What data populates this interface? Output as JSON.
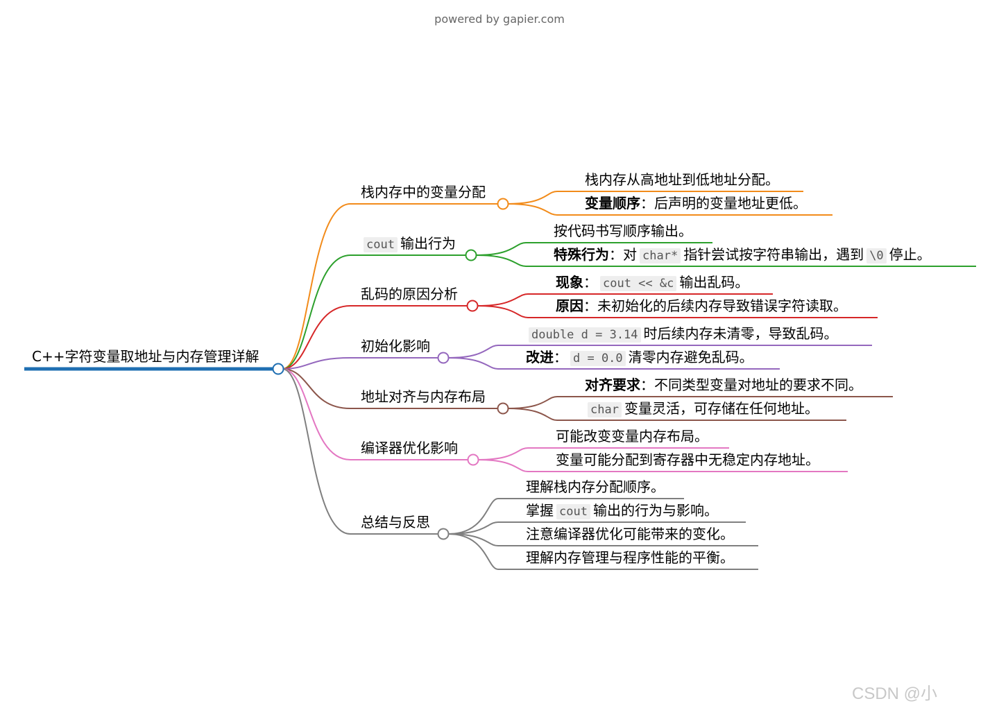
{
  "header": {
    "powered": "powered by gapier.com"
  },
  "watermark": "CSDN @小",
  "root": {
    "label": "C++字符变量取地址与内存管理详解",
    "color": "#1f6fb2"
  },
  "branches": [
    {
      "label": [
        {
          "t": "栈内存中的变量分配"
        }
      ],
      "color": "#f28b1a",
      "children": [
        [
          {
            "t": "栈内存从高地址到低地址分配。"
          }
        ],
        [
          {
            "t": "变量顺序",
            "b": true
          },
          {
            "t": "：后声明的变量地址更低。"
          }
        ]
      ]
    },
    {
      "label": [
        {
          "t": "cout",
          "c": true
        },
        {
          "t": "输出行为"
        }
      ],
      "color": "#2ca02c",
      "children": [
        [
          {
            "t": "按代码书写顺序输出。"
          }
        ],
        [
          {
            "t": "特殊行为",
            "b": true
          },
          {
            "t": "：对"
          },
          {
            "t": "char*",
            "c": true
          },
          {
            "t": "指针尝试按字符串输出，遇到"
          },
          {
            "t": "\\0",
            "c": true
          },
          {
            "t": "停止。"
          }
        ]
      ]
    },
    {
      "label": [
        {
          "t": "乱码的原因分析"
        }
      ],
      "color": "#d62728",
      "children": [
        [
          {
            "t": "现象",
            "b": true
          },
          {
            "t": "："
          },
          {
            "t": "cout << &c",
            "c": true
          },
          {
            "t": "输出乱码。"
          }
        ],
        [
          {
            "t": "原因",
            "b": true
          },
          {
            "t": "：未初始化的后续内存导致错误字符读取。"
          }
        ]
      ]
    },
    {
      "label": [
        {
          "t": "初始化影响"
        }
      ],
      "color": "#9467bd",
      "children": [
        [
          {
            "t": "double d = 3.14",
            "c": true
          },
          {
            "t": "时后续内存未清零，导致乱码。"
          }
        ],
        [
          {
            "t": "改进",
            "b": true
          },
          {
            "t": "："
          },
          {
            "t": "d = 0.0",
            "c": true
          },
          {
            "t": "清零内存避免乱码。"
          }
        ]
      ]
    },
    {
      "label": [
        {
          "t": "地址对齐与内存布局"
        }
      ],
      "color": "#8c564b",
      "children": [
        [
          {
            "t": "对齐要求",
            "b": true
          },
          {
            "t": "：不同类型变量对地址的要求不同。"
          }
        ],
        [
          {
            "t": "char",
            "c": true
          },
          {
            "t": "变量灵活，可存储在任何地址。"
          }
        ]
      ]
    },
    {
      "label": [
        {
          "t": "编译器优化影响"
        }
      ],
      "color": "#e377c2",
      "children": [
        [
          {
            "t": "可能改变变量内存布局。"
          }
        ],
        [
          {
            "t": "变量可能分配到寄存器中无稳定内存地址。"
          }
        ]
      ]
    },
    {
      "label": [
        {
          "t": "总结与反思"
        }
      ],
      "color": "#7f7f7f",
      "children": [
        [
          {
            "t": "理解栈内存分配顺序。"
          }
        ],
        [
          {
            "t": "掌握"
          },
          {
            "t": "cout",
            "c": true
          },
          {
            "t": "输出的行为与影响。"
          }
        ],
        [
          {
            "t": "注意编译器优化可能带来的变化。"
          }
        ],
        [
          {
            "t": "理解内存管理与程序性能的平衡。"
          }
        ]
      ]
    }
  ]
}
